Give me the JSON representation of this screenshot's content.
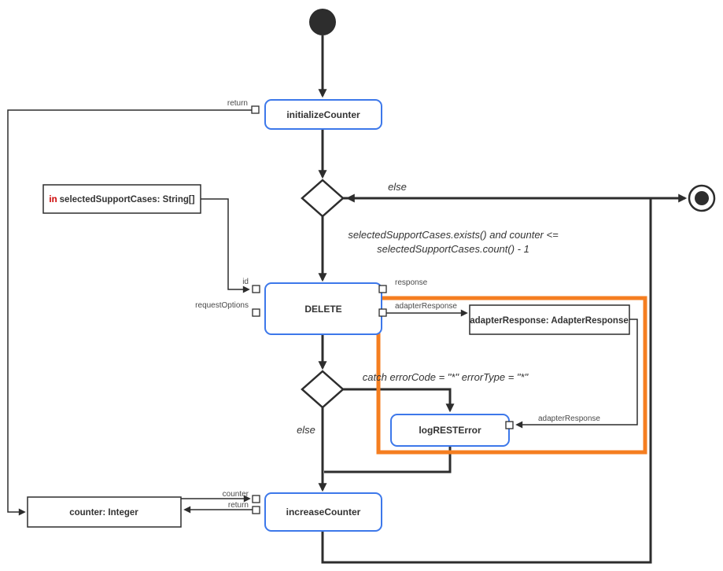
{
  "colors": {
    "activity_border": "#3d78ea",
    "connector": "#2d2d2d",
    "highlight_box": "#f57e20",
    "in_keyword": "#cc0000"
  },
  "nodes": {
    "initialize_counter": {
      "label": "initializeCounter"
    },
    "delete_request": {
      "label": "DELETE"
    },
    "adapter_response_var": {
      "label": "adapterResponse: AdapterResponse"
    },
    "log_rest_error": {
      "label": "logRESTError"
    },
    "increase_counter": {
      "label": "increaseCounter"
    },
    "selected_support_cases_var": {
      "keyword": "in",
      "label": "selectedSupportCases: String[]"
    },
    "counter_var": {
      "label": "counter: Integer"
    }
  },
  "ports": {
    "initialize_counter_return": "return",
    "delete_id": "id",
    "delete_request_options": "requestOptions",
    "delete_response": "response",
    "delete_adapter_response": "adapterResponse",
    "log_rest_error_adapter_response": "adapterResponse",
    "increase_counter_counter": "counter",
    "increase_counter_return": "return"
  },
  "edge_labels": {
    "exit_else": "else",
    "loop_condition_line1": "selectedSupportCases.exists() and counter <=",
    "loop_condition_line2": "selectedSupportCases.count() - 1",
    "catch_condition": "catch errorCode = \"*\" errorType = \"*\"",
    "no_error_else": "else"
  }
}
